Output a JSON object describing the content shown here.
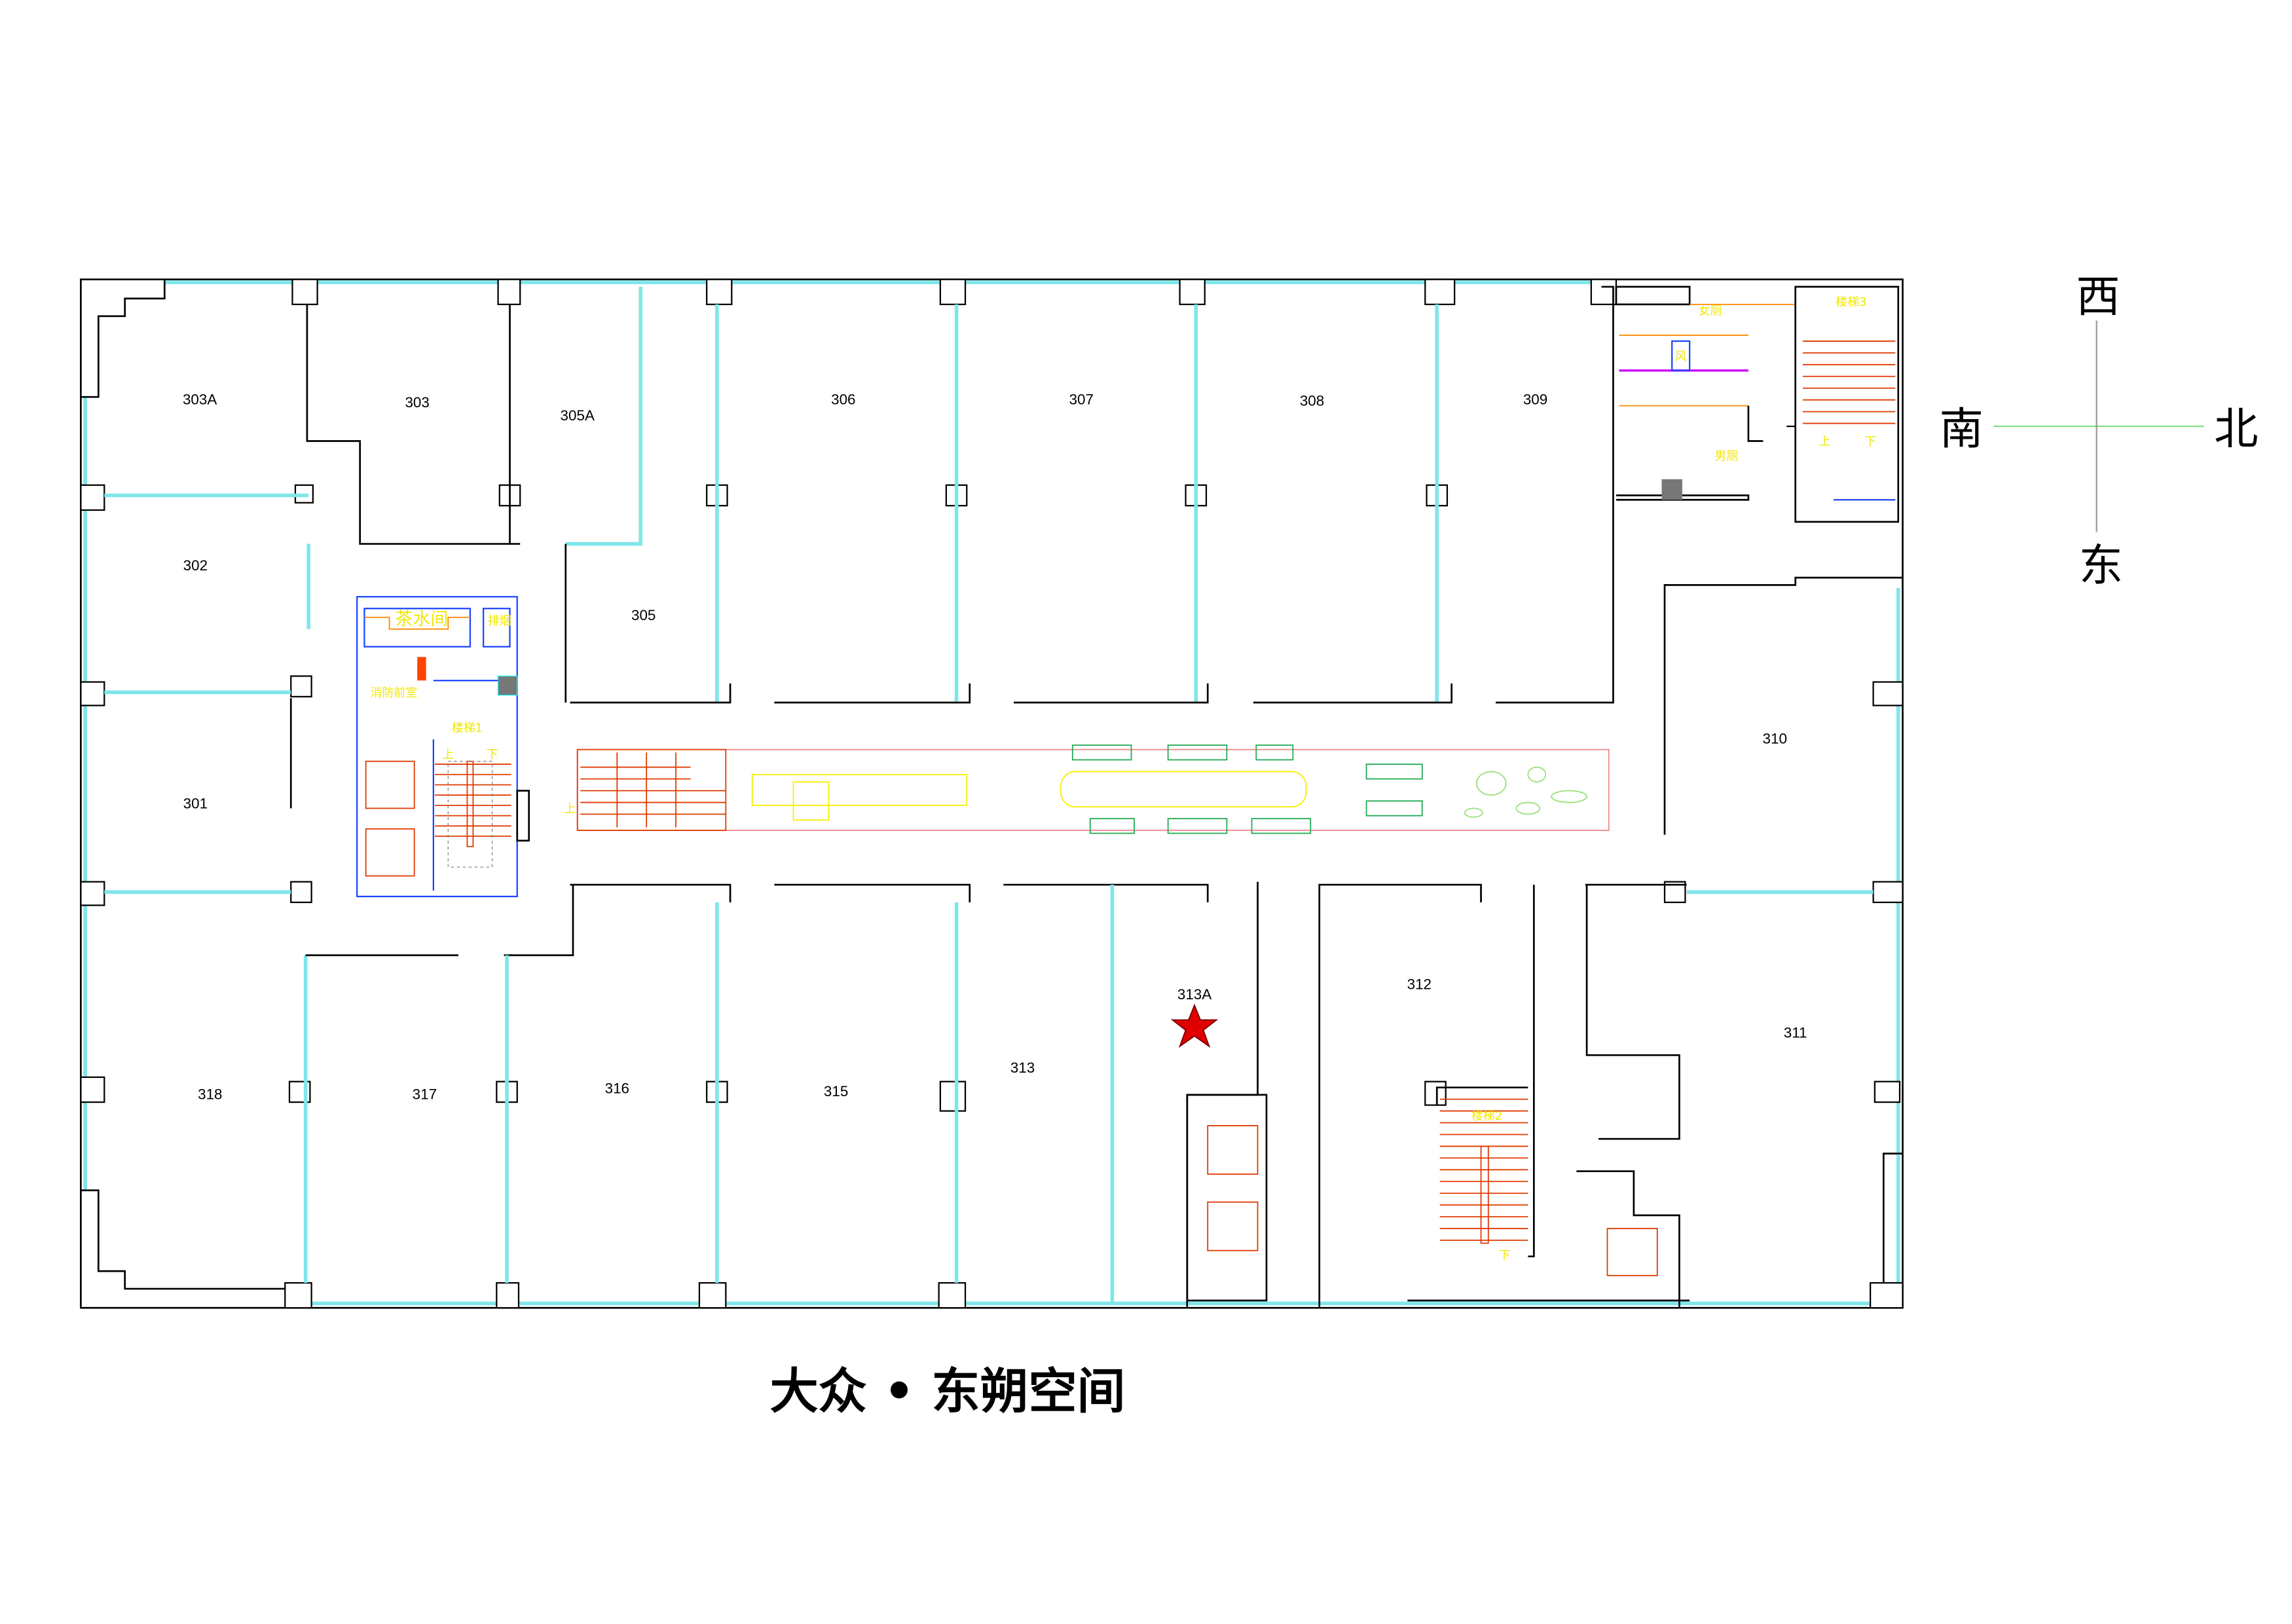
{
  "title": "大众 • 东朔空间",
  "compass": {
    "west": "西",
    "south": "南",
    "north": "北",
    "east": "东"
  },
  "rooms": {
    "r303A": "303A",
    "r303": "303",
    "r305A": "305A",
    "r306": "306",
    "r307": "307",
    "r308": "308",
    "r309": "309",
    "r302": "302",
    "r305": "305",
    "r301": "301",
    "r310": "310",
    "r312": "312",
    "r313A": "313A",
    "r311": "311",
    "r313": "313",
    "r318": "318",
    "r317": "317",
    "r316": "316",
    "r315": "315"
  },
  "facilities": {
    "tea_room": "茶水间",
    "smoke_exhaust": "排烟",
    "fire_lobby": "消防前室",
    "stair1": "楼梯1",
    "stair2": "楼梯2",
    "stair3": "楼梯3",
    "womens_wc": "女厕",
    "mens_wc": "男厕",
    "vent": "风",
    "up": "上",
    "down": "下"
  },
  "marker": {
    "type": "star",
    "room": "313A",
    "color": "#e00000"
  },
  "colors": {
    "wall": "#000000",
    "glass": "#7fe6ea",
    "core": "#1a44ff",
    "stairs": "#e03a00",
    "labels": "#f0e800"
  }
}
